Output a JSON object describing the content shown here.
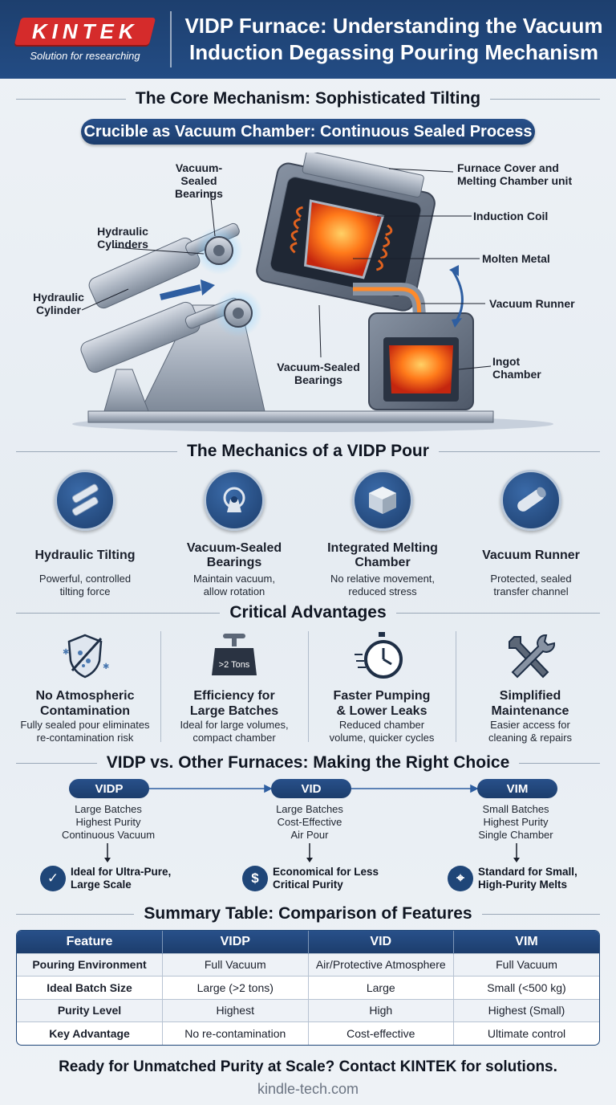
{
  "header": {
    "logo_text": "KINTEK",
    "logo_tagline": "Solution for researching",
    "title_line1": "VIDP Furnace: Understanding the Vacuum",
    "title_line2": "Induction Degassing Pouring Mechanism",
    "brand_color": "#d52b2b",
    "header_color": "#1d3f6e"
  },
  "core": {
    "heading": "The Core Mechanism: Sophisticated Tilting",
    "pill": "Crucible as Vacuum Chamber: Continuous Sealed Process",
    "labels": {
      "bearings_top": [
        "Vacuum-Sealed",
        "Bearings"
      ],
      "cylinders_top": [
        "Hydraulic",
        "Cylinders"
      ],
      "cylinder_left": [
        "Hydraulic",
        "Cylinder"
      ],
      "bearings_bottom": [
        "Vacuum-Sealed",
        "Bearings"
      ],
      "cover": [
        "Furnace Cover and",
        "Melting Chamber unit"
      ],
      "coil": "Induction Coil",
      "metal": "Molten Metal",
      "runner": "Vacuum Runner",
      "ingot": [
        "Ingot",
        "Chamber"
      ]
    }
  },
  "mechanics": {
    "heading": "The Mechanics of a VIDP Pour",
    "items": [
      {
        "icon": "hydraulic-cylinders-icon",
        "title": "Hydraulic Tilting",
        "desc1": "Powerful, controlled",
        "desc2": "tilting force"
      },
      {
        "icon": "bearing-icon",
        "title": "Vacuum-Sealed Bearings",
        "desc1": "Maintain vacuum,",
        "desc2": "allow rotation"
      },
      {
        "icon": "cube-icon",
        "title": "Integrated Melting Chamber",
        "desc1": "No relative movement,",
        "desc2": "reduced stress"
      },
      {
        "icon": "pipe-icon",
        "title": "Vacuum Runner",
        "desc1": "Protected, sealed",
        "desc2": "transfer channel"
      }
    ]
  },
  "advantages": {
    "heading": "Critical Advantages",
    "scale_label": ">2 Tons",
    "items": [
      {
        "icon": "shield-icon",
        "title1": "No Atmospheric",
        "title2": "Contamination",
        "desc1": "Fully sealed pour eliminates",
        "desc2": "re-contamination risk"
      },
      {
        "icon": "scale-icon",
        "title1": "Efficiency for",
        "title2": "Large Batches",
        "desc1": "Ideal for large volumes,",
        "desc2": "compact chamber"
      },
      {
        "icon": "stopwatch-icon",
        "title1": "Faster Pumping",
        "title2": "& Lower Leaks",
        "desc1": "Reduced chamber",
        "desc2": "volume, quicker cycles"
      },
      {
        "icon": "tools-icon",
        "title1": "Simplified",
        "title2": "Maintenance",
        "desc1": "Easier access for",
        "desc2": "cleaning & repairs"
      }
    ]
  },
  "comparison": {
    "heading": "VIDP vs. Other Furnaces: Making the Right Choice",
    "items": [
      {
        "name": "VIDP",
        "l1": "Large Batches",
        "l2": "Highest Purity",
        "l3": "Continuous Vacuum",
        "icon": "check-icon",
        "glyph": "✓",
        "r1": "Ideal for Ultra-Pure,",
        "r2": "Large Scale"
      },
      {
        "name": "VID",
        "l1": "Large Batches",
        "l2": "Cost-Effective",
        "l3": "Air Pour",
        "icon": "dollar-icon",
        "glyph": "$",
        "r1": "Economical for Less",
        "r2": "Critical Purity"
      },
      {
        "name": "VIM",
        "l1": "Small Batches",
        "l2": "Highest Purity",
        "l3": "Single Chamber",
        "icon": "target-icon",
        "glyph": "⌖",
        "r1": "Standard for Small,",
        "r2": "High-Purity Melts"
      }
    ]
  },
  "summary": {
    "heading": "Summary Table: Comparison of Features",
    "columns": [
      "Feature",
      "VIDP",
      "VID",
      "VIM"
    ],
    "rows": [
      [
        "Pouring Environment",
        "Full Vacuum",
        "Air/Protective Atmosphere",
        "Full Vacuum"
      ],
      [
        "Ideal Batch Size",
        "Large (>2 tons)",
        "Large",
        "Small (<500 kg)"
      ],
      [
        "Purity Level",
        "Highest",
        "High",
        "Highest (Small)"
      ],
      [
        "Key Advantage",
        "No re-contamination",
        "Cost-effective",
        "Ultimate control"
      ]
    ]
  },
  "footer": {
    "cta": "Ready for Unmatched Purity at Scale? Contact KINTEK for solutions.",
    "site": "kindle-tech.com"
  }
}
